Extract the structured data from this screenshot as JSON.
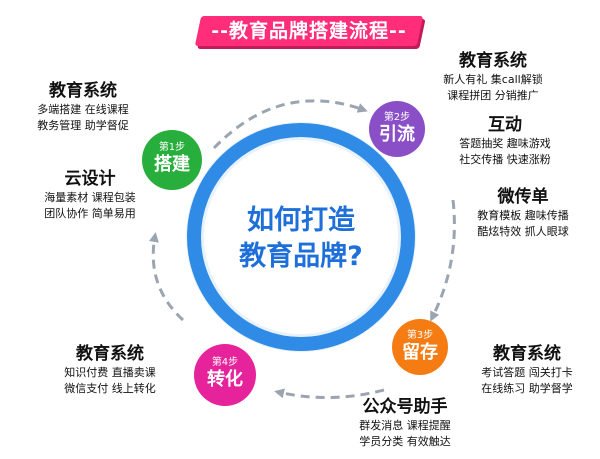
{
  "title": "--教育品牌搭建流程--",
  "center": {
    "line1": "如何打造",
    "line2": "教育品牌?"
  },
  "steps": [
    {
      "small": "第1步",
      "big": "搭建",
      "color": "#27ae3c"
    },
    {
      "small": "第2步",
      "big": "引流",
      "color": "#8a4fc7"
    },
    {
      "small": "第3步",
      "big": "留存",
      "color": "#f57c12"
    },
    {
      "small": "第4步",
      "big": "转化",
      "color": "#e6239a"
    }
  ],
  "blocks": {
    "tl_edu": {
      "head": "教育系统",
      "lines": [
        "多端搭建  在线课程",
        "教务管理  助学督促"
      ]
    },
    "l_cloud": {
      "head": "云设计",
      "lines": [
        "海量素材 课程包装",
        "团队协作  简单易用"
      ]
    },
    "tr_edu": {
      "head": "教育系统",
      "lines": [
        "新人有礼  集call解锁",
        "课程拼团  分销推广"
      ]
    },
    "r_interact": {
      "head": "互动",
      "lines": [
        "答题抽奖  趣味游戏",
        "社交传播  快速涨粉"
      ]
    },
    "r_micro": {
      "head": "微传单",
      "lines": [
        "教育模板  趣味传播",
        "酷炫特效  抓人眼球"
      ]
    },
    "br_edu": {
      "head": "教育系统",
      "lines": [
        "考试答题    闯关打卡",
        "在线练习  助学督学"
      ]
    },
    "b_gzh": {
      "head": "公众号助手",
      "lines": [
        "群发消息  课程提醒",
        "学员分类  有效触达"
      ]
    },
    "bl_edu": {
      "head": "教育系统",
      "lines": [
        "知识付费  直播卖课",
        "微信支付  线上转化"
      ]
    }
  },
  "colors": {
    "ring": "#2f8be6",
    "ring_light": "#d7e9fb",
    "arrow": "#9aa5b1",
    "title_bg": "#ff2d7a"
  }
}
